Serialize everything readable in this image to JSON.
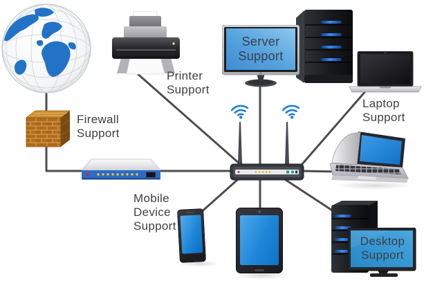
{
  "diagram": {
    "type": "network-support-diagram",
    "description": "IT support network diagram: internet globe through firewall and switch to a wireless router connecting printer, server, laptops, mobile devices and desktop",
    "colors": {
      "label_text": "#3f4045",
      "connection_line": "#4c4c4c",
      "wifi_blue": "#1e7fd8",
      "device_screen_blue": "#1e86d8",
      "monitor_screen_blue": "#4f9ddc",
      "led_blue": "#2f7ff0",
      "brick_orange": "#b06a1a",
      "switch_front_blue": "#2a6cc8"
    },
    "nodes": [
      {
        "id": "internet",
        "icon": "globe-icon",
        "label": ""
      },
      {
        "id": "firewall",
        "icon": "brick-wall-icon",
        "label": "Firewall Support"
      },
      {
        "id": "switch",
        "icon": "network-switch-icon",
        "label": ""
      },
      {
        "id": "router",
        "icon": "wireless-router-icon",
        "label": ""
      },
      {
        "id": "printer",
        "icon": "printer-icon",
        "label": "Printer Support"
      },
      {
        "id": "server",
        "icon": "monitor-with-server-tower-icon",
        "label": "Server Support"
      },
      {
        "id": "laptop",
        "icon": "laptop-icon",
        "label": "Laptop Support"
      },
      {
        "id": "notebook",
        "icon": "open-notebook-icon",
        "label": ""
      },
      {
        "id": "phone",
        "icon": "smartphone-icon",
        "label": "Mobile Device Support"
      },
      {
        "id": "tablet",
        "icon": "tablet-icon",
        "label": ""
      },
      {
        "id": "desktop",
        "icon": "tower-with-monitor-icon",
        "label": "Desktop Support"
      }
    ],
    "edges": [
      [
        "internet",
        "firewall"
      ],
      [
        "firewall",
        "switch"
      ],
      [
        "switch",
        "router"
      ],
      [
        "router",
        "server"
      ],
      [
        "router",
        "printer"
      ],
      [
        "router",
        "laptop"
      ],
      [
        "router",
        "notebook"
      ],
      [
        "router",
        "phone"
      ],
      [
        "router",
        "tablet"
      ],
      [
        "router",
        "desktop"
      ]
    ]
  },
  "labels": {
    "firewall": {
      "line1": "Firewall",
      "line2": "Support"
    },
    "printer": {
      "line1": "Printer",
      "line2": "Support"
    },
    "server": {
      "line1": "Server",
      "line2": "Support"
    },
    "laptop": {
      "line1": "Laptop",
      "line2": "Support"
    },
    "mobile": {
      "line1": "Mobile",
      "line2": "Device",
      "line3": "Support"
    },
    "desktop": {
      "line1": "Desktop",
      "line2": "Support"
    }
  }
}
